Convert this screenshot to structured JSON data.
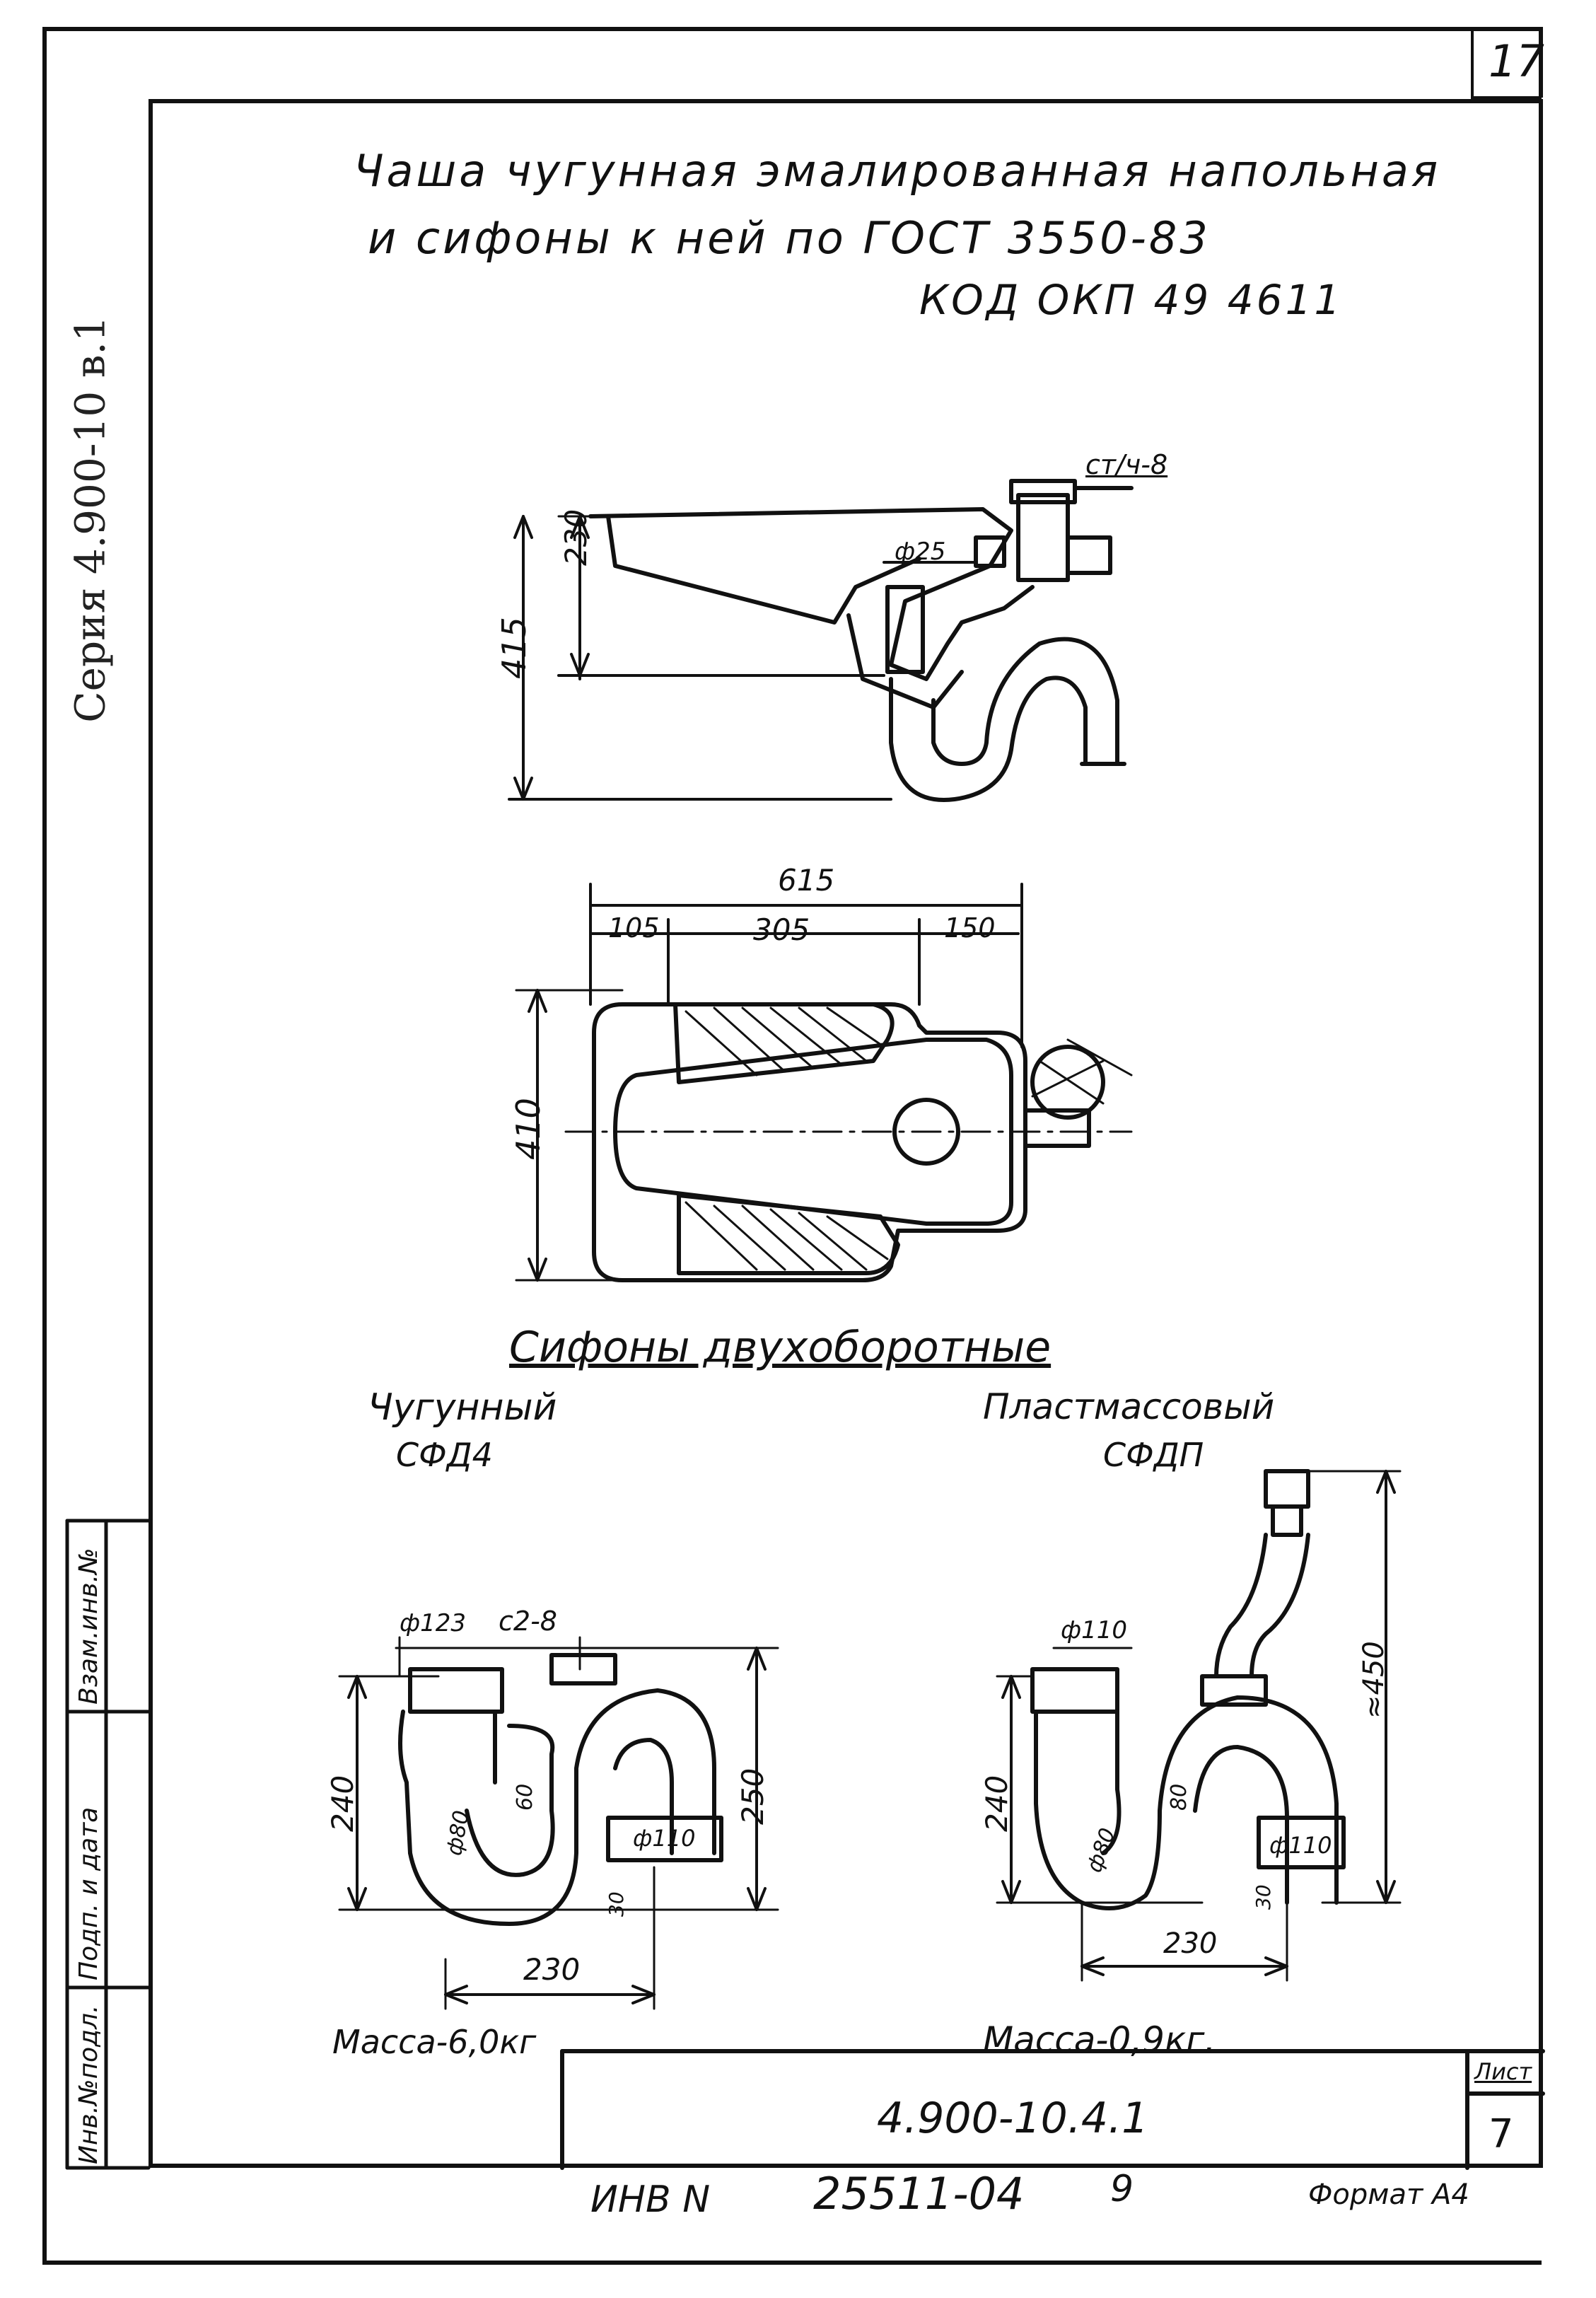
{
  "sheet_number_top": "17",
  "side_label": "Серия 4.900-10 в.1",
  "title": {
    "line1": "Чаша чугунная эмалированная напольная",
    "line2": "и сифоны к ней по ГОСТ 3550-83",
    "line3": "КОД ОКП 49 4611"
  },
  "bowl_side_view": {
    "dim_pipe": "ст/ч-8",
    "dim_hole": "ф25",
    "dim_230": "230",
    "dim_415": "415"
  },
  "bowl_plan_view": {
    "dim_615": "615",
    "dim_105": "105",
    "dim_305": "305",
    "dim_150": "150",
    "dim_410": "410"
  },
  "siphons_heading": "Сифоны двухоборотные",
  "siphon_cast_iron": {
    "name": "Чугунный",
    "code": "СФД4",
    "dim_d123": "ф123",
    "dim_c2_8": "с2-8",
    "dim_240": "240",
    "dim_250": "250",
    "dim_80a": "ф80",
    "dim_60": "60",
    "dim_110": "ф110",
    "dim_30": "30",
    "dim_230": "230",
    "mass": "Масса-6,0кг"
  },
  "siphon_plastic": {
    "name": "Пластмассовый",
    "code": "СФДП",
    "dim_d110": "ф110",
    "dim_450": "≈450",
    "dim_240": "240",
    "dim_80a": "ф80",
    "dim_80b": "80",
    "dim_110": "ф110",
    "dim_30": "30",
    "dim_230": "230",
    "mass": "Масса-0,9кг."
  },
  "title_block": {
    "code": "4.900-10.4.1",
    "sheet_label": "Лист",
    "sheet_value": "7"
  },
  "stamp_columns": [
    "Инв.№подл.",
    "Подп. и дата",
    "Взам.инв.№"
  ],
  "footer": {
    "inv_label": "ИНВ N",
    "inv_number": "25511-04",
    "page": "9",
    "format": "Формат А4"
  },
  "colors": {
    "ink": "#111111",
    "paper": "#ffffff"
  }
}
